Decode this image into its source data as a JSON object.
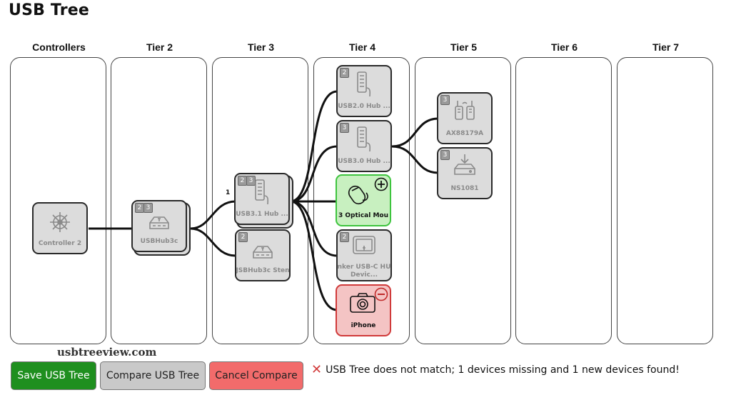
{
  "title": "USB Tree",
  "columns": [
    "Controllers",
    "Tier 2",
    "Tier 3",
    "Tier 4",
    "Tier 5",
    "Tier 6",
    "Tier 7"
  ],
  "nodes": {
    "controller": {
      "label": "Controller 2",
      "icon": "controller-wheel-icon"
    },
    "hub3c": {
      "label": "USBHub3c",
      "badges": [
        "2",
        "3"
      ],
      "icon": "hub-device-icon"
    },
    "hub31": {
      "label": "USB3.1 Hub ...",
      "badges": [
        "2",
        "3"
      ],
      "icon": "usb-hub-stick-icon",
      "port": "1"
    },
    "hub3c_sten": {
      "label": "JSBHub3c Sten",
      "badges": [
        "2"
      ],
      "icon": "hub-device-icon"
    },
    "hub20": {
      "label": "USB2.0 Hub ...",
      "badges": [
        "2"
      ],
      "icon": "usb-hub-stick-icon"
    },
    "hub30": {
      "label": "USB3.0 Hub ...",
      "badges": [
        "3"
      ],
      "icon": "usb-hub-stick-icon"
    },
    "mouse": {
      "label": "3 Optical Mou",
      "icon": "mouse-icon",
      "status": "added",
      "status_icon": "plus-circle-icon"
    },
    "anker": {
      "label": "nker USB-C HU",
      "label2": "Devic...",
      "badges": [
        "2"
      ],
      "icon": "tablet-device-icon"
    },
    "iphone": {
      "label": "iPhone",
      "icon": "camera-icon",
      "status": "missing",
      "status_icon": "minus-circle-icon"
    },
    "ax88179a": {
      "label": "AX88179A",
      "badges": [
        "3"
      ],
      "icon": "walkie-talkie-icon"
    },
    "ns1081": {
      "label": "NS1081",
      "badges": [
        "3"
      ],
      "icon": "drive-download-icon"
    }
  },
  "watermark": "usbtreeview.com",
  "buttons": {
    "save": "Save USB Tree",
    "compare": "Compare USB Tree",
    "cancel": "Cancel Compare"
  },
  "status_message": "USB Tree does not match; 1 devices missing and 1 new devices found!",
  "colors": {
    "save": "#1f8f1f",
    "compare": "#c9c9c9",
    "cancel": "#f26b6b",
    "added": "#3ec43e",
    "missing": "#d03a3a"
  }
}
